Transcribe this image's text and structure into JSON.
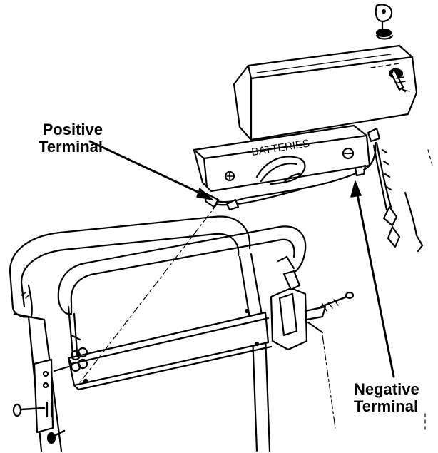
{
  "colors": {
    "ink": "#000000",
    "background": "#ffffff"
  },
  "battery_box": {
    "label": "BATTERIES"
  },
  "callouts": {
    "positive": {
      "line1": "Positive",
      "line2": "Terminal"
    },
    "negative": {
      "line1": "Negative",
      "line2": "Terminal"
    }
  },
  "icons": [
    "key-icon",
    "plus-symbol-icon",
    "minus-symbol-icon"
  ]
}
